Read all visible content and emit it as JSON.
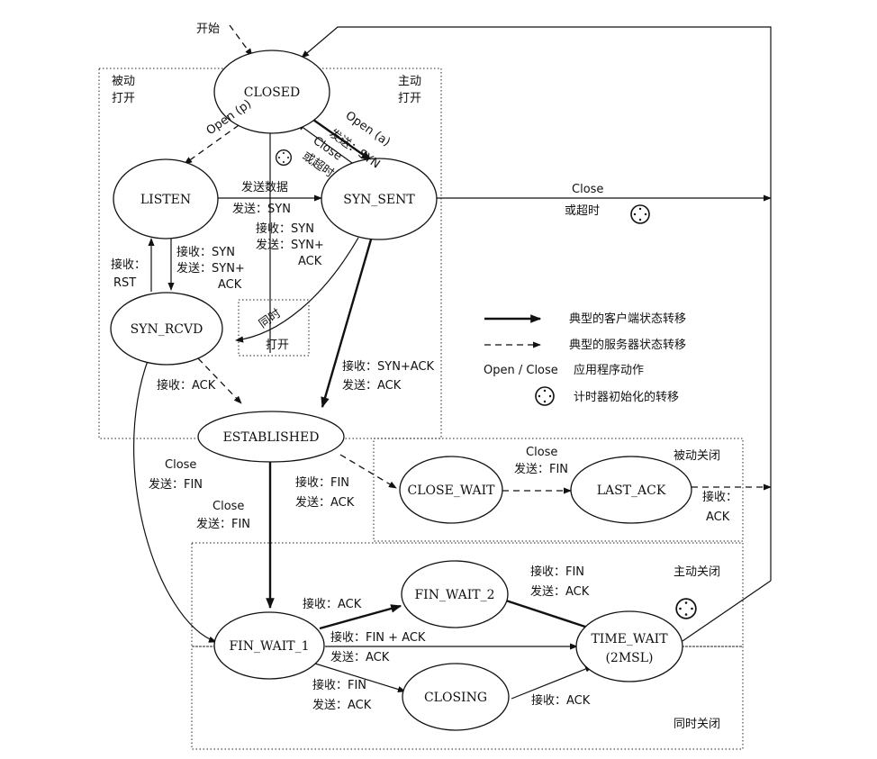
{
  "states": {
    "closed": "CLOSED",
    "listen": "LISTEN",
    "syn_sent": "SYN_SENT",
    "syn_rcvd": "SYN_RCVD",
    "established": "ESTABLISHED",
    "close_wait": "CLOSE_WAIT",
    "last_ack": "LAST_ACK",
    "fin_wait_1": "FIN_WAIT_1",
    "fin_wait_2": "FIN_WAIT_2",
    "closing": "CLOSING",
    "time_wait": "TIME_WAIT",
    "time_wait_sub": "(2MSL)"
  },
  "regions": {
    "start": "开始",
    "passive_open_1": "被动",
    "passive_open_2": "打开",
    "active_open_1": "主动",
    "active_open_2": "打开",
    "simultaneous_open_1": "同时",
    "simultaneous_open_2": "打开",
    "passive_close": "被动关闭",
    "active_close": "主动关闭",
    "simultaneous_close": "同时关闭"
  },
  "labels": {
    "open_p": "Open (p)",
    "open_a": "Open (a)",
    "send_syn_a": "发送：SYN",
    "close_timeout_1": "Close",
    "close_timeout_2": "或超时",
    "send_data": "发送数据",
    "send_syn": "发送：SYN",
    "listen_recv_1": "接收：SYN",
    "listen_recv_2": "发送：SYN+",
    "listen_recv_3": "ACK",
    "sent_recv_1": "接收：SYN",
    "sent_recv_2": "发送：SYN+",
    "sent_recv_3": "ACK",
    "rst_1": "接收：",
    "rst_2": "RST",
    "rcvd_ack": "接收：ACK",
    "sent_synack_1": "接收：SYN+ACK",
    "sent_synack_2": "发送：ACK",
    "sent_close_1": "Close",
    "sent_close_2": "或超时",
    "rcvd_close_1": "Close",
    "rcvd_close_2": "发送：FIN",
    "est_close_1": "Close",
    "est_close_2": "发送：FIN",
    "est_fin_1": "接收：FIN",
    "est_fin_2": "发送：ACK",
    "cw_close_1": "Close",
    "cw_close_2": "发送：FIN",
    "la_ack_1": "接收：",
    "la_ack_2": "ACK",
    "fw1_ack": "接收：ACK",
    "fw1_finack_1": "接收：FIN + ACK",
    "fw1_finack_2": "发送：ACK",
    "fw1_fin_1": "接收：FIN",
    "fw1_fin_2": "发送：ACK",
    "fw2_fin_1": "接收：FIN",
    "fw2_fin_2": "发送：ACK",
    "closing_ack": "接收：ACK"
  },
  "legend": {
    "client": "典型的客户端状态转移",
    "server": "典型的服务器状态转移",
    "action_key": "Open / Close",
    "action": "应用程序动作",
    "timer": "计时器初始化的转移"
  }
}
